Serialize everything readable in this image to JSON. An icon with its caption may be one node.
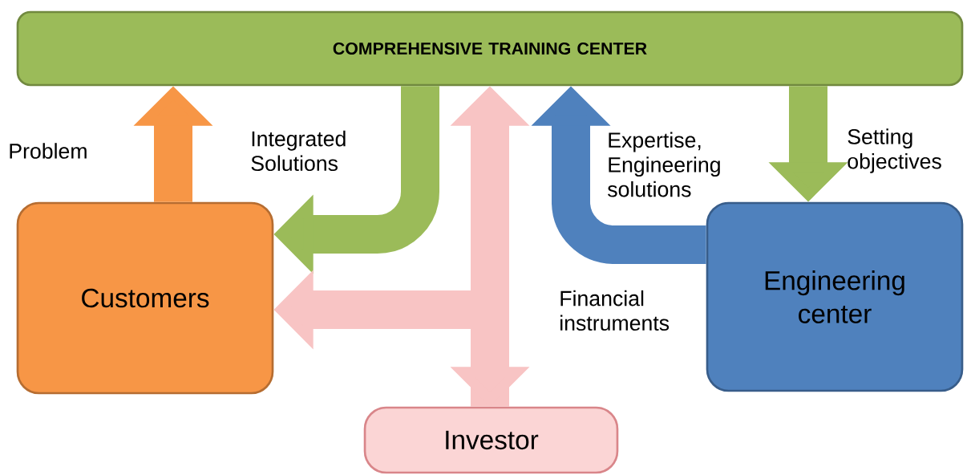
{
  "diagram": {
    "nodes": [
      {
        "text": [
          "COMPREHENSIVE TRAINING CENTER"
        ]
      },
      {
        "text": [
          "Customers"
        ]
      },
      {
        "text": [
          "Engineering center"
        ]
      },
      {
        "text": [
          "Investor"
        ]
      }
    ],
    "edges": [
      {
        "from": 1,
        "to": 0,
        "arrow": "to",
        "label": "Problem",
        "color": "#f79646"
      },
      {
        "from": 0,
        "to": 1,
        "arrow": "to",
        "label": "Integrated Solutions",
        "color": "#9bbb59"
      },
      {
        "from": 3,
        "to": 1,
        "arrow": "to",
        "label": "Financial instruments",
        "color": "#f8c4c4"
      },
      {
        "from": 3,
        "to": 0,
        "arrow": "both",
        "color": "#f8c4c4"
      },
      {
        "from": 2,
        "to": 0,
        "arrow": "to",
        "label": "Expertise, Engineering solutions",
        "color": "#4f81bd"
      },
      {
        "from": 0,
        "to": 2,
        "arrow": "to",
        "label": "Setting objectives",
        "color": "#9bbb59"
      }
    ]
  }
}
